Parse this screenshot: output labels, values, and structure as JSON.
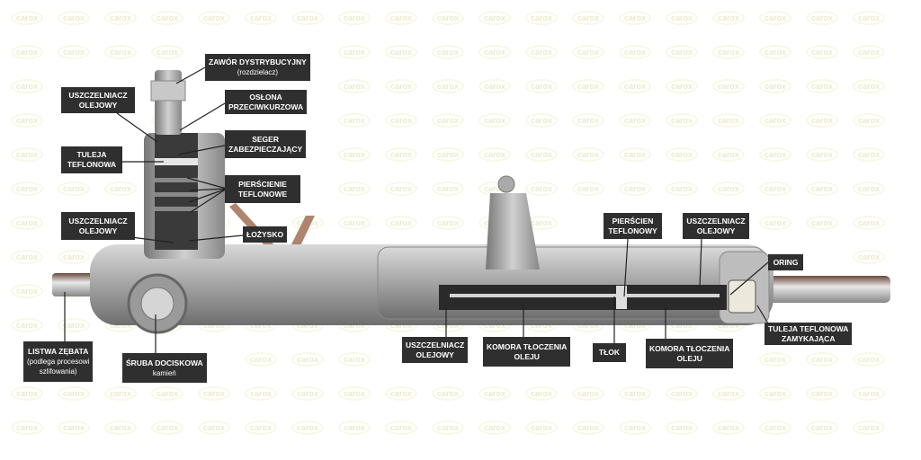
{
  "watermark": "carox",
  "labels": {
    "zawor": {
      "title": "ZAWÓR DYSTRYBUCYJNY",
      "sub": "(rozdzielacz)"
    },
    "uszczelniacz_top": {
      "line1": "USZCZELNIACZ",
      "line2": "OLEJOWY"
    },
    "oslona": {
      "line1": "OSŁONA",
      "line2": "PRZECIWKURZOWA"
    },
    "seger": {
      "line1": "SEGER",
      "line2": "ZABEZPIECZAJĄCY"
    },
    "tuleja": {
      "line1": "TULEJA",
      "line2": "TEFLONOWA"
    },
    "pierscienie": {
      "line1": "PIERŚCIENIE",
      "line2": "TEFLONOWE"
    },
    "uszczelniacz_low": {
      "line1": "USZCZELNIACZ",
      "line2": "OLEJOWY"
    },
    "lozysko": {
      "line1": "ŁOŻYSKO"
    },
    "listwa": {
      "title": "LISTWA ZĘBATA",
      "sub1": "(podlega procesowi",
      "sub2": "szlifowania)"
    },
    "sruba": {
      "title": "ŚRUBA DOCISKOWA",
      "sub": "kamień"
    },
    "uszczelniacz_bottom": {
      "line1": "USZCZELNIACZ",
      "line2": "OLEJOWY"
    },
    "komora_1": {
      "line1": "KOMORA TŁOCZENIA",
      "line2": "OLEJU"
    },
    "tlok": {
      "line1": "TŁOK"
    },
    "komora_2": {
      "line1": "KOMORA TŁOCZENIA",
      "line2": "OLEJU"
    },
    "tuleja_zamykajaca": {
      "line1": "TULEJA TEFLONOWA",
      "line2": "ZAMYKAJĄCA"
    },
    "pierscien": {
      "line1": "PIERŚCIEN",
      "line2": "TEFLONOWY"
    },
    "uszczelniacz_right": {
      "line1": "USZCZELNIACZ",
      "line2": "OLEJOWY"
    },
    "oring": {
      "line1": "ORING"
    }
  }
}
